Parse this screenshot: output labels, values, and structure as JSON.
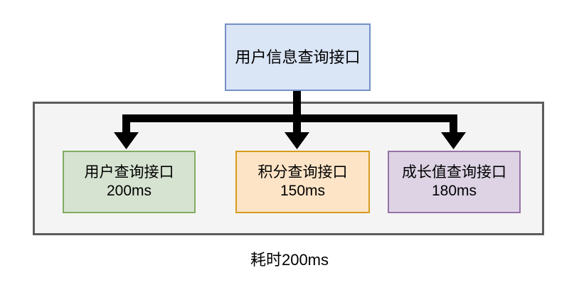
{
  "diagram": {
    "type": "flowchart",
    "orientation": "top-down-fork",
    "background_color": "#ffffff",
    "root": {
      "label": "用户信息查询接口",
      "fill_color": "#dae5f6",
      "border_color": "#7391c4"
    },
    "group": {
      "name": "parallel-calls-group",
      "fill_color": "#f4f4f4",
      "border_color": "#5c5c5c"
    },
    "children": [
      {
        "id": "user-query",
        "label": "用户查询接口",
        "latency": "200ms",
        "fill_color": "#d6e3d1",
        "border_color": "#82ac62"
      },
      {
        "id": "points-query",
        "label": "积分查询接口",
        "latency": "150ms",
        "fill_color": "#fde4c7",
        "border_color": "#d79b1e"
      },
      {
        "id": "growth-query",
        "label": "成长值查询接口",
        "latency": "180ms",
        "fill_color": "#ddd3e5",
        "border_color": "#9673a6"
      }
    ],
    "caption": "耗时200ms",
    "connector_color": "#000000"
  }
}
